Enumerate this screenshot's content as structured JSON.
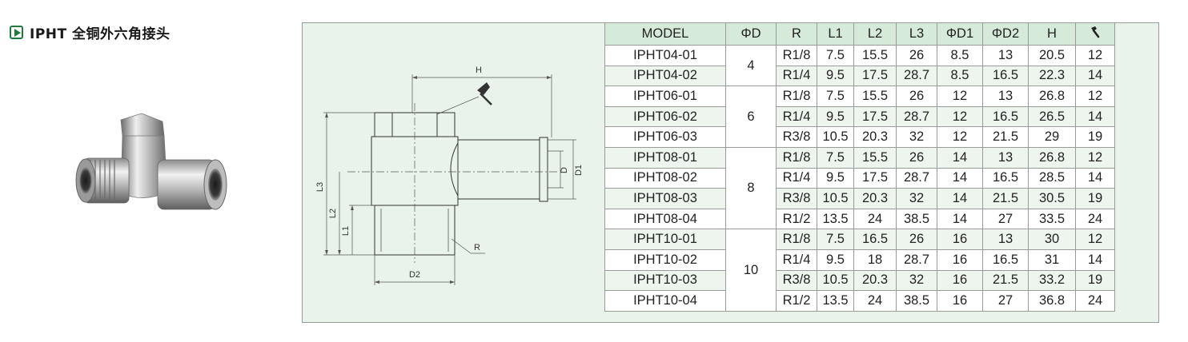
{
  "title": "IPHT 全铜外六角接头",
  "drawing_labels": {
    "h": "H",
    "l1": "L1",
    "l2": "L2",
    "l3": "L3",
    "d": "D",
    "d1": "D1",
    "d2": "D2",
    "r": "R"
  },
  "table": {
    "headers": [
      "MODEL",
      "ΦD",
      "R",
      "L1",
      "L2",
      "L3",
      "ΦD1",
      "ΦD2",
      "H"
    ],
    "wrench_icon": "wrench-icon",
    "groups": [
      {
        "d": "4",
        "rows": [
          [
            "IPHT04-01",
            "R1/8",
            "7.5",
            "15.5",
            "26",
            "8.5",
            "13",
            "20.5",
            "12"
          ],
          [
            "IPHT04-02",
            "R1/4",
            "9.5",
            "17.5",
            "28.7",
            "8.5",
            "16.5",
            "22.3",
            "14"
          ]
        ]
      },
      {
        "d": "6",
        "rows": [
          [
            "IPHT06-01",
            "R1/8",
            "7.5",
            "15.5",
            "26",
            "12",
            "13",
            "26.8",
            "12"
          ],
          [
            "IPHT06-02",
            "R1/4",
            "9.5",
            "17.5",
            "28.7",
            "12",
            "16.5",
            "26.5",
            "14"
          ],
          [
            "IPHT06-03",
            "R3/8",
            "10.5",
            "20.3",
            "32",
            "12",
            "21.5",
            "29",
            "19"
          ]
        ]
      },
      {
        "d": "8",
        "rows": [
          [
            "IPHT08-01",
            "R1/8",
            "7.5",
            "15.5",
            "26",
            "14",
            "13",
            "26.8",
            "12"
          ],
          [
            "IPHT08-02",
            "R1/4",
            "9.5",
            "17.5",
            "28.7",
            "14",
            "16.5",
            "28.5",
            "14"
          ],
          [
            "IPHT08-03",
            "R3/8",
            "10.5",
            "20.3",
            "32",
            "14",
            "21.5",
            "30.5",
            "19"
          ],
          [
            "IPHT08-04",
            "R1/2",
            "13.5",
            "24",
            "38.5",
            "14",
            "27",
            "33.5",
            "24"
          ]
        ]
      },
      {
        "d": "10",
        "rows": [
          [
            "IPHT10-01",
            "R1/8",
            "7.5",
            "16.5",
            "26",
            "16",
            "13",
            "30",
            "12"
          ],
          [
            "IPHT10-02",
            "R1/4",
            "9.5",
            "18",
            "28.7",
            "16",
            "16.5",
            "31",
            "14"
          ],
          [
            "IPHT10-03",
            "R3/8",
            "10.5",
            "20.3",
            "32",
            "16",
            "21.5",
            "33.2",
            "19"
          ],
          [
            "IPHT10-04",
            "R1/2",
            "13.5",
            "24",
            "38.5",
            "16",
            "27",
            "36.8",
            "24"
          ]
        ]
      }
    ]
  }
}
